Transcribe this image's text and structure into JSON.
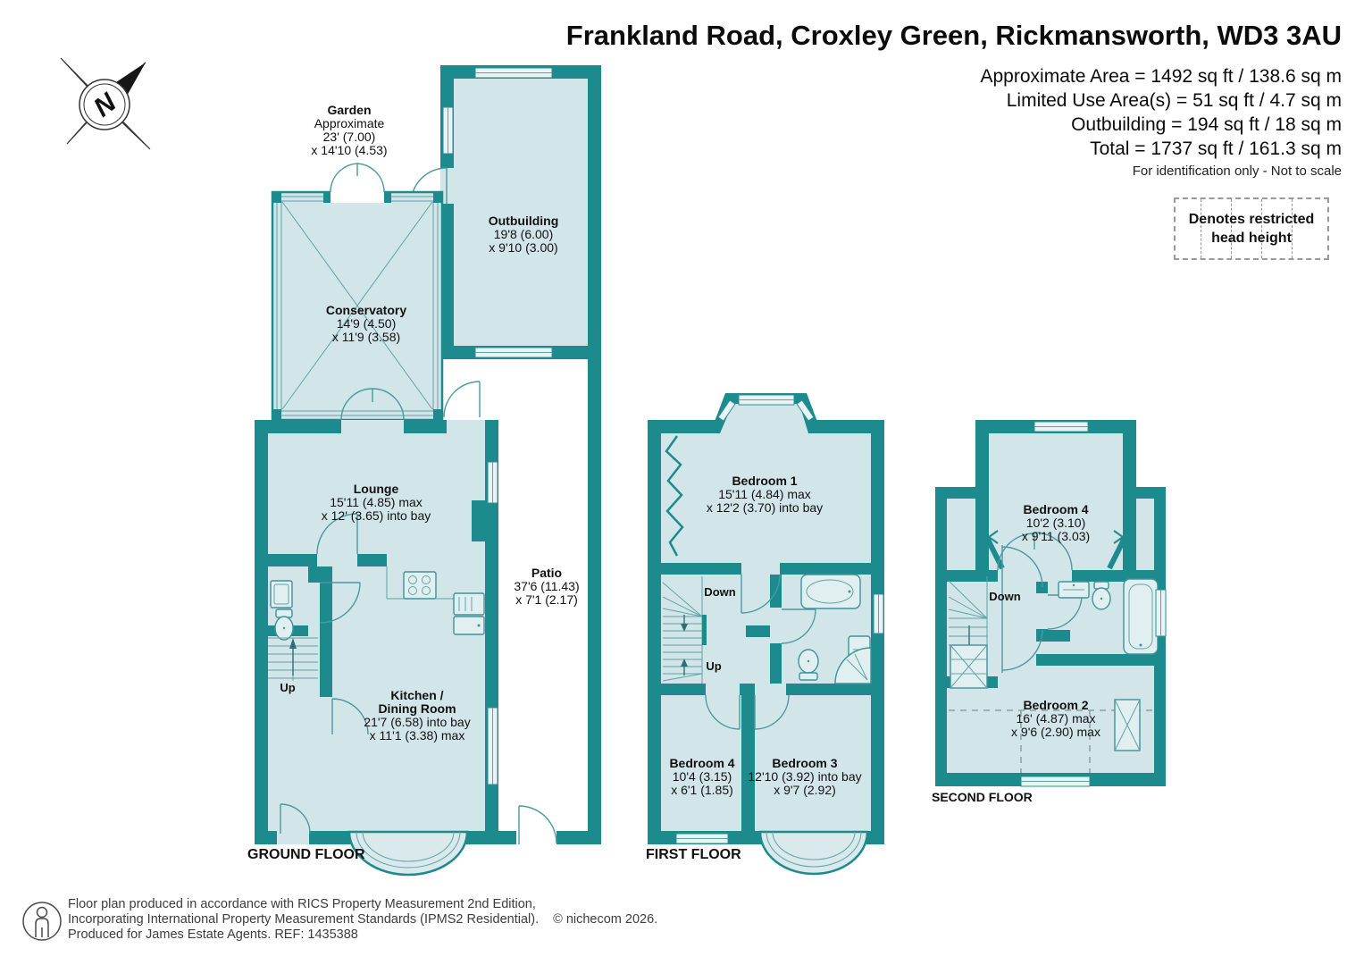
{
  "header": {
    "title": "Frankland Road, Croxley Green, Rickmansworth, WD3 3AU",
    "area_lines": [
      "Approximate Area = 1492 sq ft / 138.6 sq m",
      "Limited Use Area(s) = 51 sq ft / 4.7 sq m",
      "Outbuilding = 194 sq ft / 18 sq m",
      "Total = 1737 sq ft / 161.3 sq m"
    ],
    "disclaimer": "For identification only - Not to scale",
    "legend": {
      "line1": "Denotes restricted",
      "line2": "head height"
    }
  },
  "compass": {
    "letter": "N"
  },
  "ground": {
    "floor_label": "GROUND FLOOR",
    "garden": {
      "name": "Garden",
      "sub": "Approximate",
      "dim1": "23' (7.00)",
      "dim2": "x 14'10 (4.53)"
    },
    "outbuilding": {
      "name": "Outbuilding",
      "dim1": "19'8 (6.00)",
      "dim2": "x 9'10 (3.00)"
    },
    "conservatory": {
      "name": "Conservatory",
      "dim1": "14'9 (4.50)",
      "dim2": "x 11'9 (3.58)"
    },
    "lounge": {
      "name": "Lounge",
      "dim1": "15'11 (4.85) max",
      "dim2": "x 12' (3.65) into bay"
    },
    "patio": {
      "name": "Patio",
      "dim1": "37'6 (11.43)",
      "dim2": "x 7'1 (2.17)"
    },
    "kitchen": {
      "name": "Kitchen /",
      "name2": "Dining Room",
      "dim1": "21'7 (6.58) into bay",
      "dim2": "x 11'1 (3.38) max"
    },
    "stairs_up": "Up"
  },
  "first": {
    "floor_label": "FIRST FLOOR",
    "bedroom1": {
      "name": "Bedroom 1",
      "dim1": "15'11 (4.84) max",
      "dim2": "x 12'2 (3.70) into bay"
    },
    "bedroom4": {
      "name": "Bedroom 4",
      "dim1": "10'4 (3.15)",
      "dim2": "x 6'1 (1.85)"
    },
    "bedroom3": {
      "name": "Bedroom 3",
      "dim1": "12'10 (3.92) into bay",
      "dim2": "x 9'7 (2.92)"
    },
    "stairs_down": "Down",
    "stairs_up": "Up"
  },
  "second": {
    "floor_label": "SECOND FLOOR",
    "bedroom4": {
      "name": "Bedroom 4",
      "dim1": "10'2 (3.10)",
      "dim2": "x 9'11 (3.03)"
    },
    "bedroom2": {
      "name": "Bedroom 2",
      "dim1": "16' (4.87) max",
      "dim2": "x 9'6 (2.90) max"
    },
    "stairs_down": "Down"
  },
  "footer": {
    "line1": "Floor plan produced in accordance with RICS Property Measurement 2nd Edition,",
    "line2": "Incorporating International Property Measurement Standards (IPMS2 Residential).",
    "copyright": "© nichecom 2026.",
    "line3": "Produced for James Estate Agents.   REF: 1435388"
  },
  "colors": {
    "wall": "#1d8a8d",
    "room": "#d2e5e9",
    "window": "#e9f3f4"
  }
}
